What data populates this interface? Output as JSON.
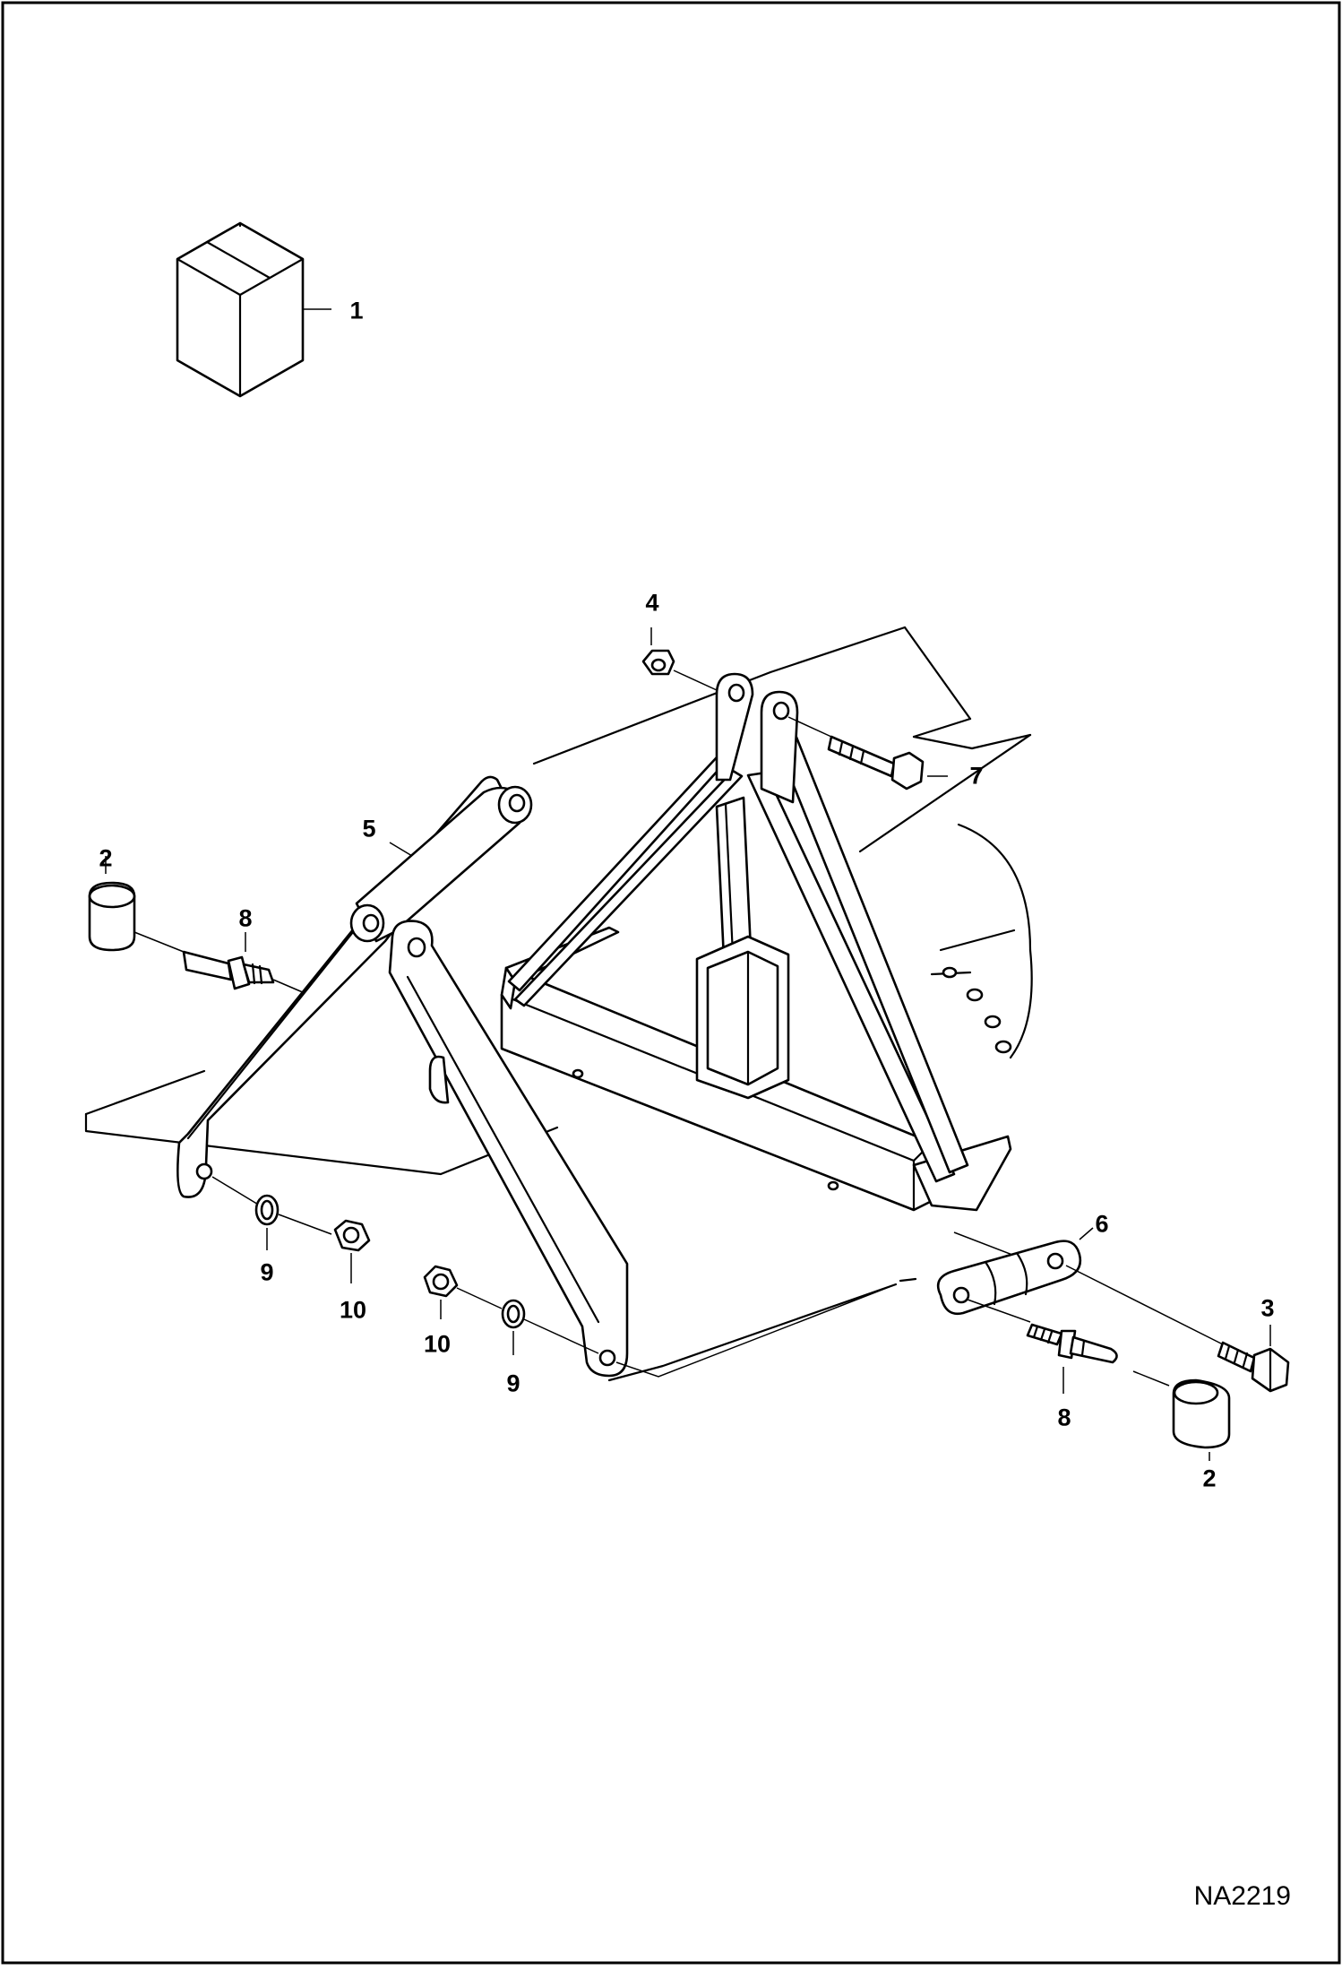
{
  "figure": {
    "reference_code": "NA2219",
    "callouts": {
      "c1": "1",
      "c2a": "2",
      "c2b": "2",
      "c3": "3",
      "c4": "4",
      "c5": "5",
      "c6": "6",
      "c7": "7",
      "c8a": "8",
      "c8b": "8",
      "c9a": "9",
      "c9b": "9",
      "c10a": "10",
      "c10b": "10"
    }
  }
}
